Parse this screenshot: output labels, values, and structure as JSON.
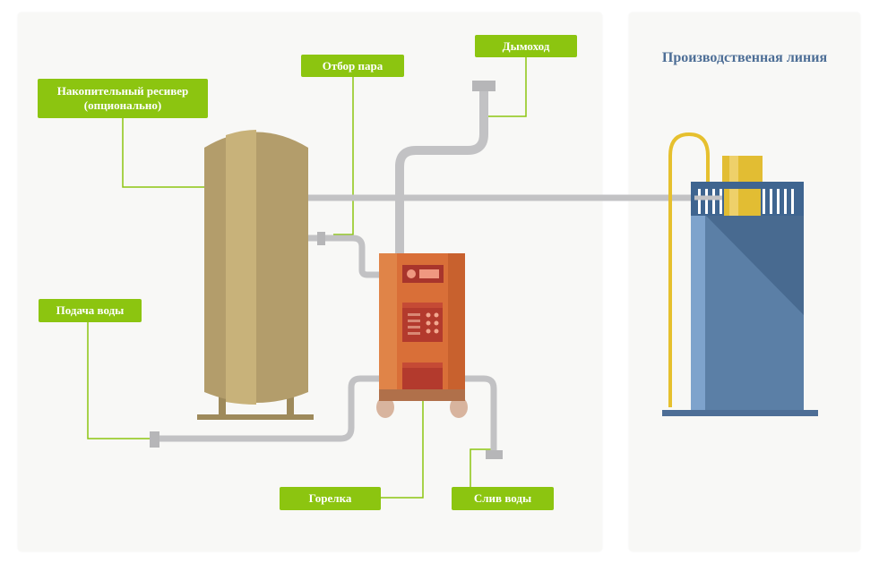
{
  "labels": {
    "receiver": "Накопительный ресивер (опционально)",
    "steam_takeoff": "Отбор пара",
    "chimney": "Дымоход",
    "water_supply": "Подача воды",
    "burner": "Горелка",
    "water_drain": "Слив воды"
  },
  "production_line": {
    "title": "Производственная линия"
  },
  "colors": {
    "label_bg": "#8cc510",
    "leader_line": "#8cc510",
    "pipe": "#c2c2c4",
    "tank": "#b39d6b",
    "boiler": "#d96f38",
    "line_machine": "#5b7fa6",
    "yellow_pipe": "#e6c02e"
  }
}
